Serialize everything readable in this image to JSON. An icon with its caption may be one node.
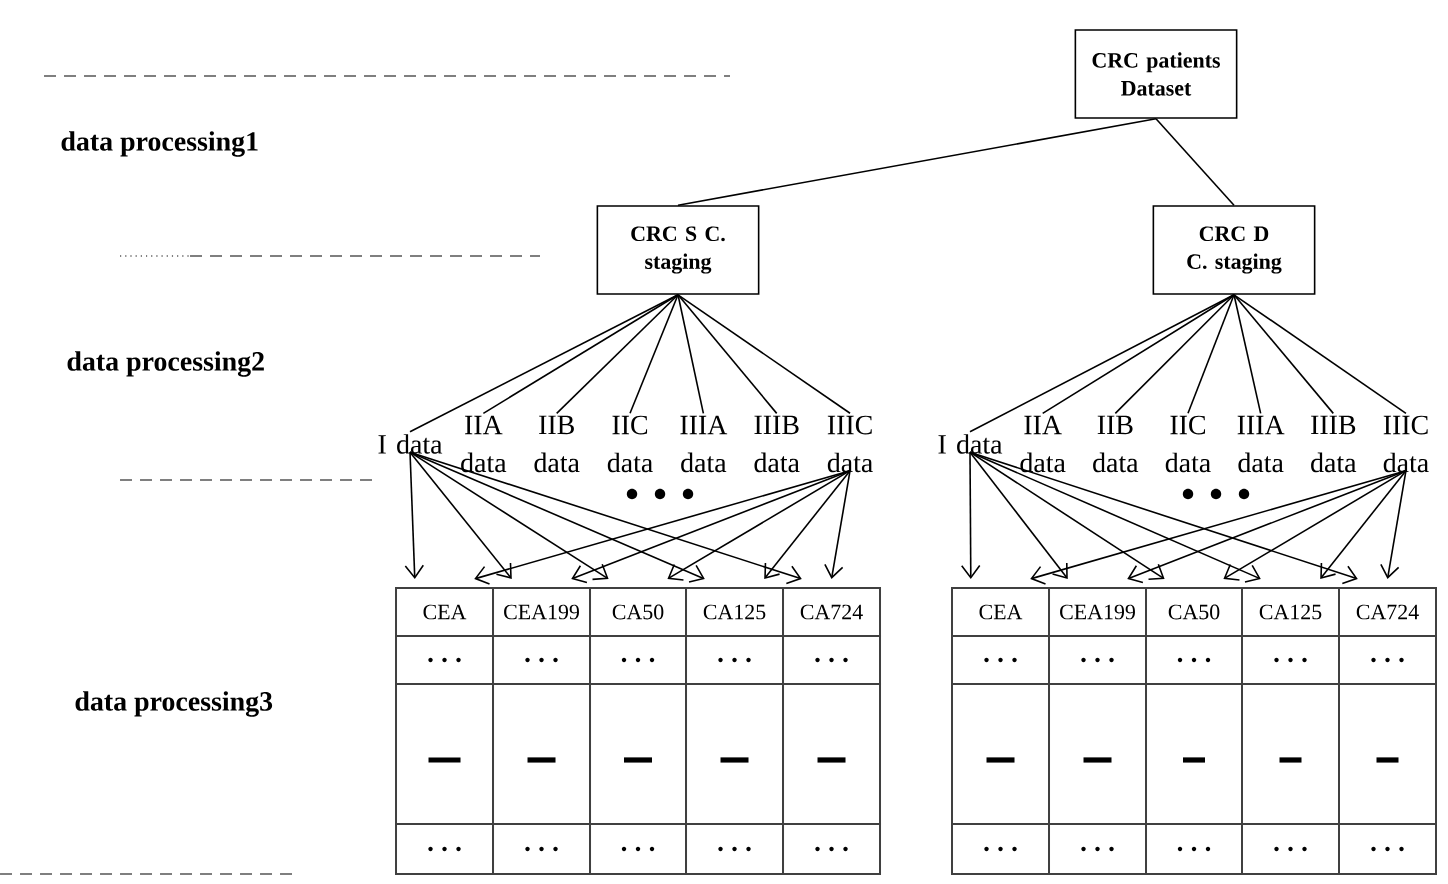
{
  "diagram": {
    "nodes": [
      {
        "text": [
          "CRC patients Dataset"
        ]
      },
      {
        "text": [
          "CRC S C. staging"
        ]
      },
      {
        "text": [
          "CRC D C. staging"
        ]
      },
      {
        "text": [
          "I data"
        ]
      },
      {
        "text": [
          "IIA data"
        ]
      },
      {
        "text": [
          "IIB data"
        ]
      },
      {
        "text": [
          "IIC data"
        ]
      },
      {
        "text": [
          "IIIA data"
        ]
      },
      {
        "text": [
          "IIIB data"
        ]
      },
      {
        "text": [
          "IIIC data"
        ]
      },
      {
        "text": [
          "I data"
        ]
      },
      {
        "text": [
          "IIA data"
        ]
      },
      {
        "text": [
          "IIB data"
        ]
      },
      {
        "text": [
          "IIC data"
        ]
      },
      {
        "text": [
          "IIIA data"
        ]
      },
      {
        "text": [
          "IIIB data"
        ]
      },
      {
        "text": [
          "IIIC data"
        ]
      },
      {
        "text": [
          "CEA"
        ]
      },
      {
        "text": [
          "CEA199"
        ]
      },
      {
        "text": [
          "CA50"
        ]
      },
      {
        "text": [
          "CA125"
        ]
      },
      {
        "text": [
          "CA724"
        ]
      },
      {
        "text": [
          "CEA"
        ]
      },
      {
        "text": [
          "CEA199"
        ]
      },
      {
        "text": [
          "CA50"
        ]
      },
      {
        "text": [
          "CA125"
        ]
      },
      {
        "text": [
          "CA724"
        ]
      }
    ],
    "edges": [
      {
        "from": 0,
        "to": 1,
        "arrow": "none"
      },
      {
        "from": 0,
        "to": 2,
        "arrow": "none"
      },
      {
        "from": 1,
        "to": 3,
        "arrow": "none"
      },
      {
        "from": 1,
        "to": 4,
        "arrow": "none"
      },
      {
        "from": 1,
        "to": 5,
        "arrow": "none"
      },
      {
        "from": 1,
        "to": 6,
        "arrow": "none"
      },
      {
        "from": 1,
        "to": 7,
        "arrow": "none"
      },
      {
        "from": 1,
        "to": 8,
        "arrow": "none"
      },
      {
        "from": 1,
        "to": 9,
        "arrow": "none"
      },
      {
        "from": 2,
        "to": 10,
        "arrow": "none"
      },
      {
        "from": 2,
        "to": 11,
        "arrow": "none"
      },
      {
        "from": 2,
        "to": 12,
        "arrow": "none"
      },
      {
        "from": 2,
        "to": 13,
        "arrow": "none"
      },
      {
        "from": 2,
        "to": 14,
        "arrow": "none"
      },
      {
        "from": 2,
        "to": 15,
        "arrow": "none"
      },
      {
        "from": 2,
        "to": 16,
        "arrow": "none"
      },
      {
        "from": 3,
        "to": 17,
        "arrow": "to"
      },
      {
        "from": 3,
        "to": 18,
        "arrow": "to"
      },
      {
        "from": 3,
        "to": 19,
        "arrow": "to"
      },
      {
        "from": 3,
        "to": 20,
        "arrow": "to"
      },
      {
        "from": 3,
        "to": 21,
        "arrow": "to"
      },
      {
        "from": 9,
        "to": 17,
        "arrow": "to"
      },
      {
        "from": 9,
        "to": 18,
        "arrow": "to"
      },
      {
        "from": 9,
        "to": 19,
        "arrow": "to"
      },
      {
        "from": 9,
        "to": 20,
        "arrow": "to"
      },
      {
        "from": 9,
        "to": 21,
        "arrow": "to"
      },
      {
        "from": 10,
        "to": 22,
        "arrow": "to"
      },
      {
        "from": 10,
        "to": 23,
        "arrow": "to"
      },
      {
        "from": 10,
        "to": 24,
        "arrow": "to"
      },
      {
        "from": 10,
        "to": 25,
        "arrow": "to"
      },
      {
        "from": 10,
        "to": 26,
        "arrow": "to"
      },
      {
        "from": 16,
        "to": 22,
        "arrow": "to"
      },
      {
        "from": 16,
        "to": 23,
        "arrow": "to"
      },
      {
        "from": 16,
        "to": 24,
        "arrow": "to"
      },
      {
        "from": 16,
        "to": 25,
        "arrow": "to"
      },
      {
        "from": 16,
        "to": 26,
        "arrow": "to"
      }
    ],
    "labels": [
      "data processing1",
      "data processing2",
      "data processing3"
    ]
  }
}
